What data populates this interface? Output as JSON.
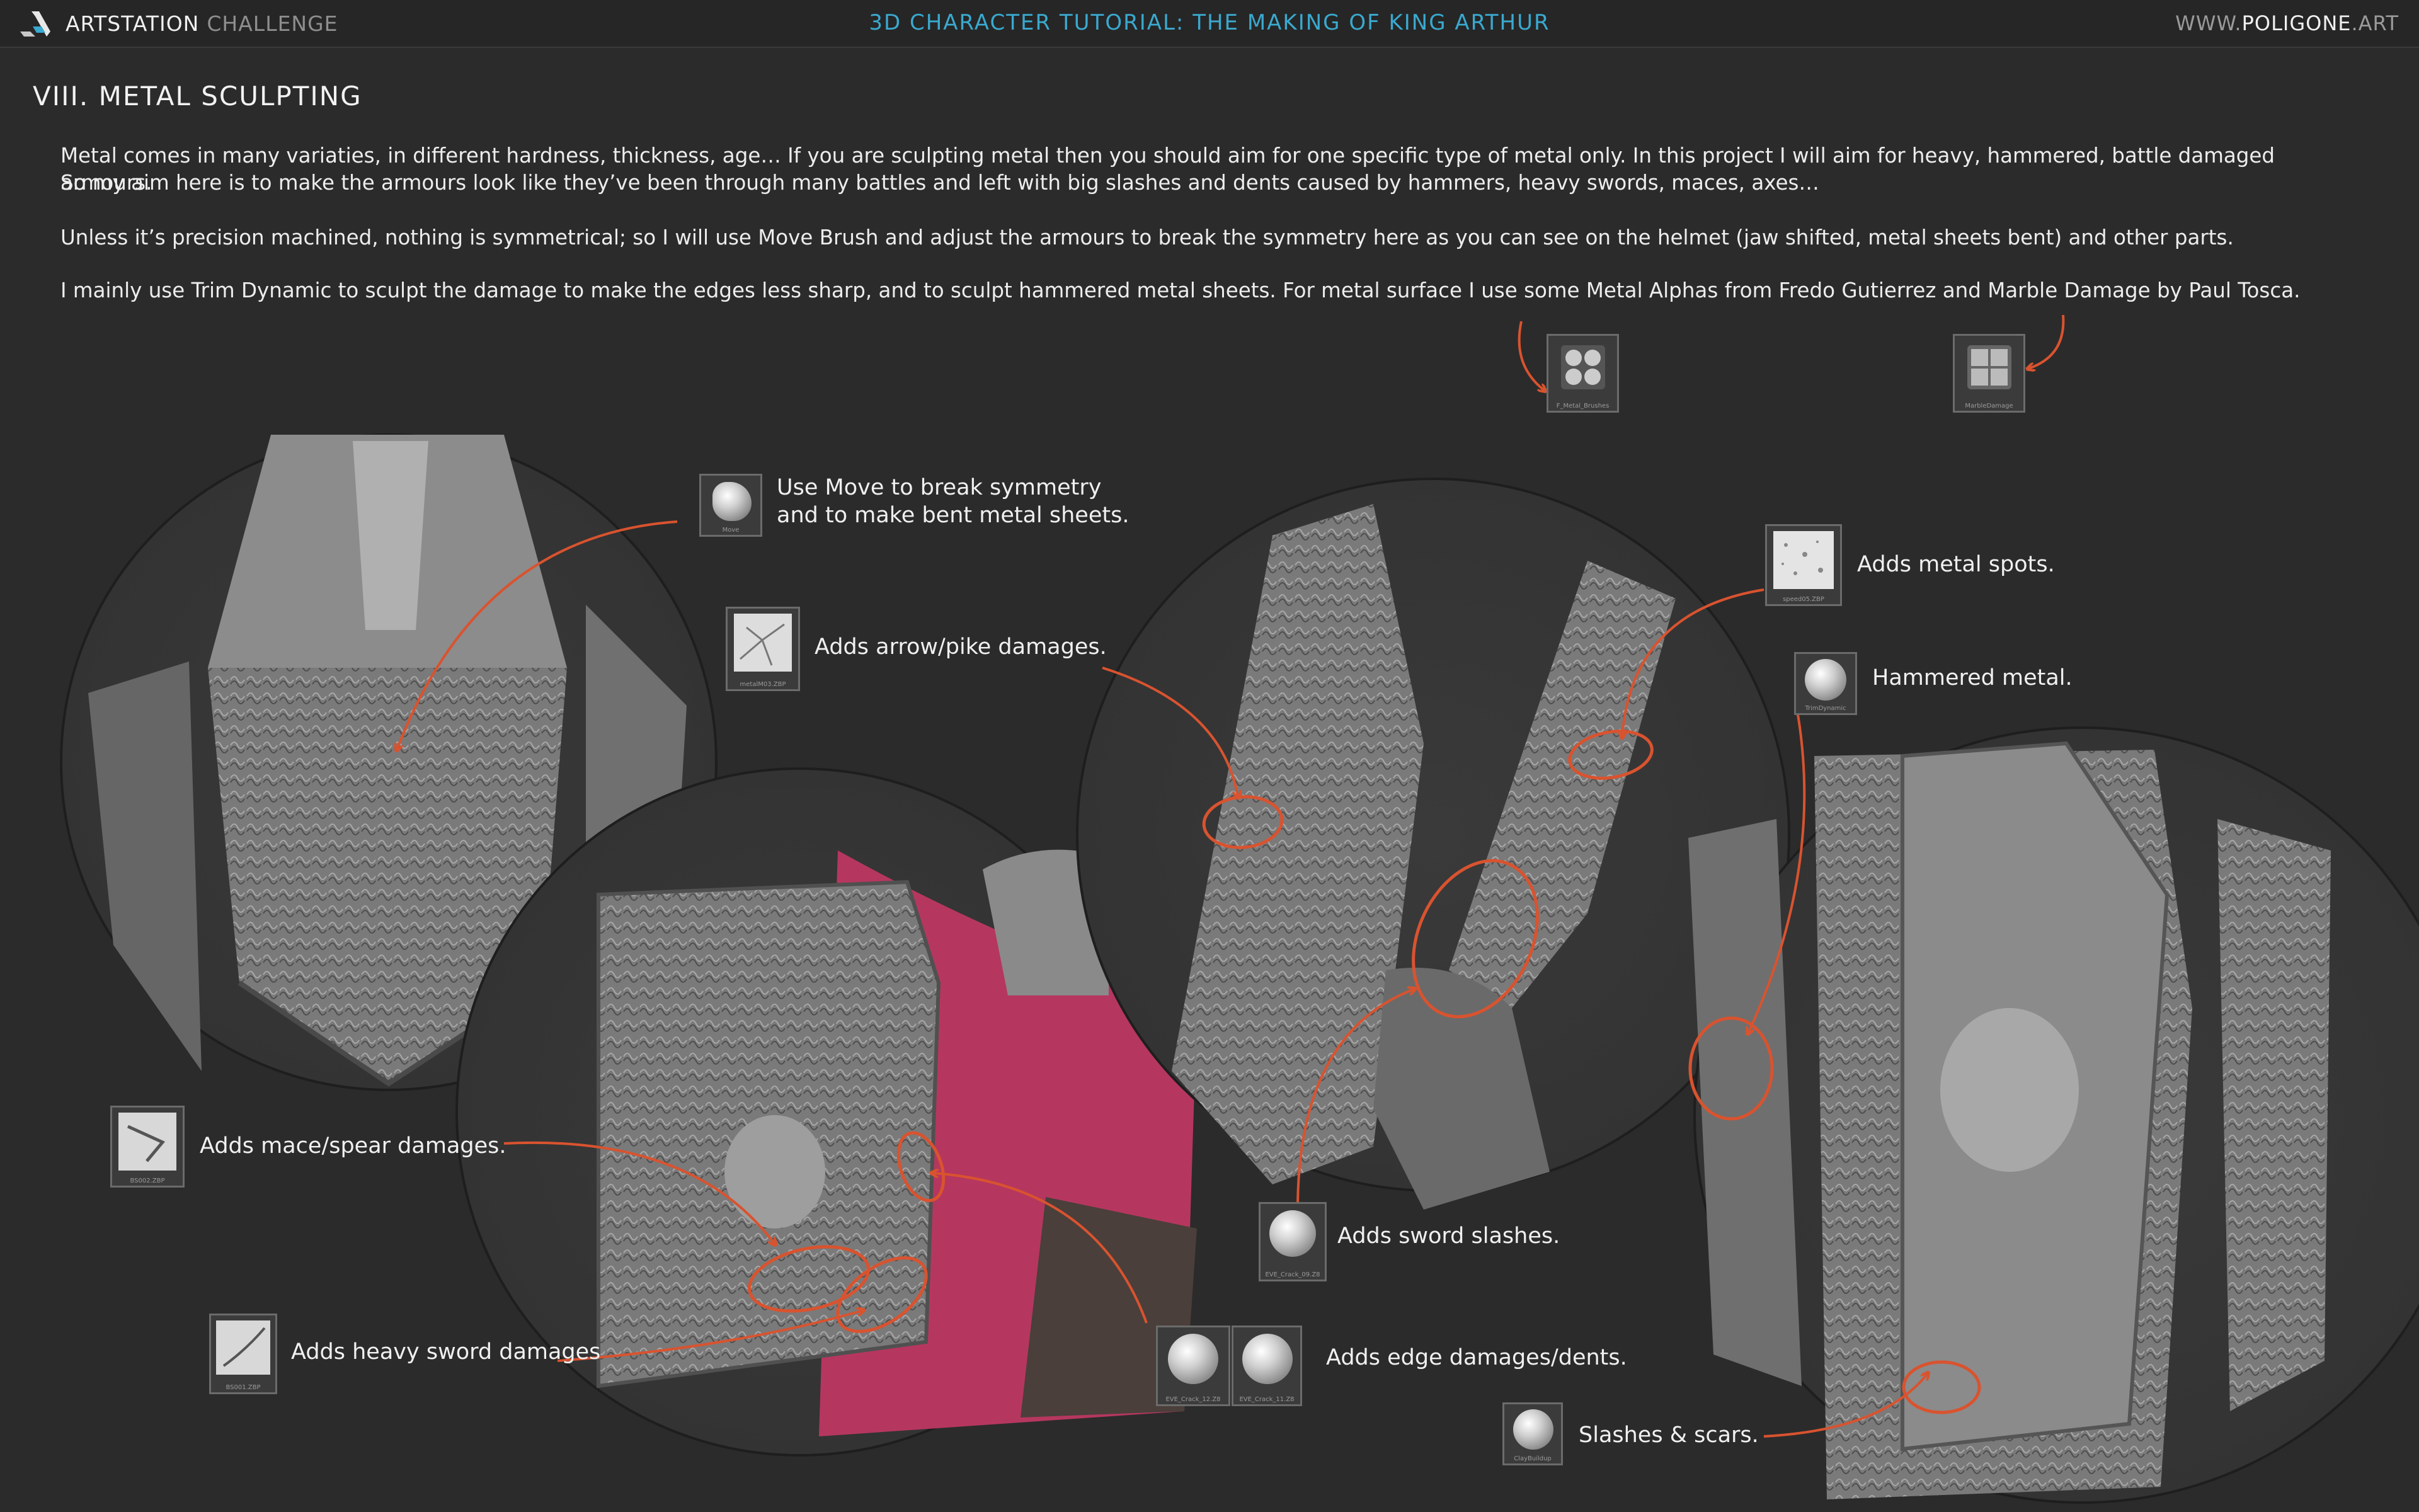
{
  "header": {
    "brand_primary": "ARTSTATION",
    "brand_secondary": "CHALLENGE",
    "tutorial_title": "3D CHARACTER TUTORIAL: THE MAKING OF KING ARTHUR",
    "site_prefix": "WWW.",
    "site_name": "POLIGONE",
    "site_suffix": ".ART"
  },
  "section_title": "VIII. METAL SCULPTING",
  "paragraphs": {
    "p1_line1": "Metal comes in many variaties, in different hardness, thickness, age… If you are sculpting metal then you should aim for one specific type of metal only. In this project I will aim for heavy, hammered, battle damaged armours.",
    "p1_line2": "So my aim here is to make the armours look like they’ve been through many battles and left with big slashes and dents caused by hammers, heavy swords, maces, axes…",
    "p2": "Unless it’s precision machined, nothing is symmetrical; so I will use Move Brush and adjust the armours to break the symmetry here as you can see on the helmet (jaw shifted, metal sheets bent) and other parts.",
    "p3": "I mainly use Trim Dynamic to sculpt the damage to make the edges less sharp, and to sculpt hammered metal sheets. For metal surface I use some Metal Alphas from Fredo Gutierrez and Marble Damage by Paul Tosca."
  },
  "annotations": {
    "move_line1": "Use Move to break symmetry",
    "move_line2": "and to make bent metal sheets.",
    "arrow_pike": "Adds arrow/pike damages.",
    "metal_spots": "Adds metal spots.",
    "hammered": "Hammered metal.",
    "mace_spear": "Adds mace/spear damages.",
    "sword_slashes": "Adds sword slashes.",
    "edge_dents": "Adds edge damages/dents.",
    "heavy_sword": "Adds heavy sword damages",
    "slashes_scars": "Slashes & scars."
  },
  "thumb_captions": {
    "metal_brushes": "F_Metal_Brushes",
    "marble_damage": "MarbleDamage",
    "move": "Move",
    "metal03": "metalM03.ZBP",
    "speed": "speed05.ZBP",
    "trim_dynamic": "TrimDynamic",
    "mace": "BS002.ZBP",
    "sword": "EVE_Crack_09.Z8",
    "edge1": "EVE_Crack_12.Z8",
    "edge2": "EVE_Crack_11.Z8",
    "heavy_sword": "BS001.ZBP",
    "slashes": "ClayBuildup"
  },
  "colors": {
    "background": "#2b2b2b",
    "title_accent": "#3aa9cf",
    "annotation_red": "#d9532f",
    "cloth_red": "#b5375f"
  }
}
